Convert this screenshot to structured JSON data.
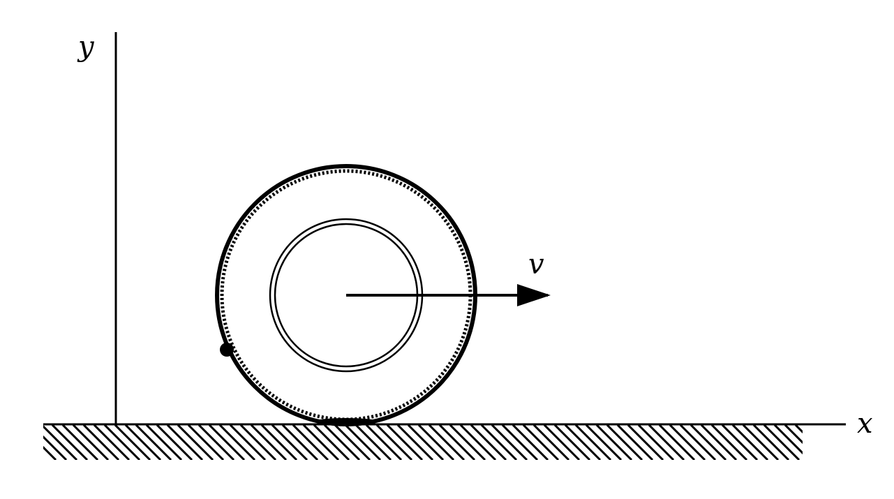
{
  "axes": {
    "x_label": "x",
    "y_label": "y"
  },
  "velocity": {
    "label": "v"
  },
  "colors": {
    "ink": "#000000",
    "background": "#ffffff"
  }
}
